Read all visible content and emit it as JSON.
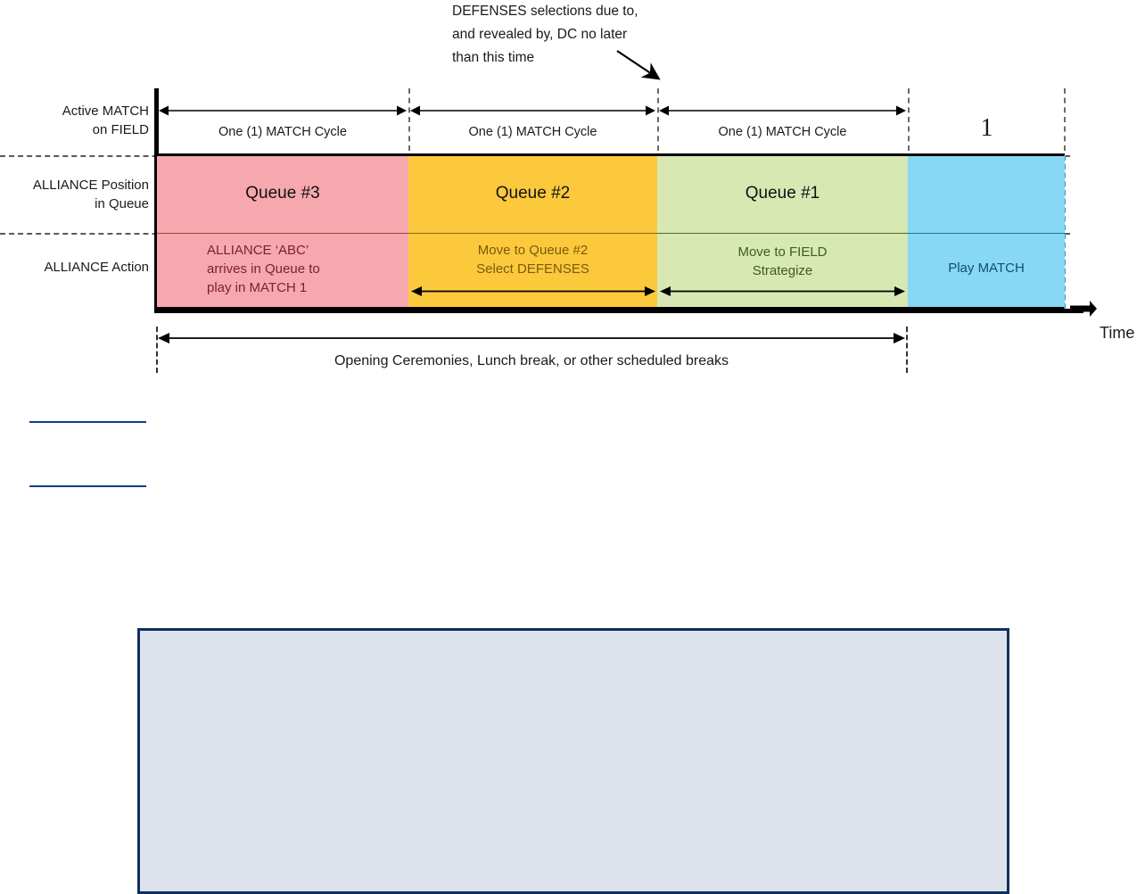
{
  "callout": {
    "text": "DEFENSES selections due to,\nand revealed by, DC no later\nthan this time"
  },
  "row_labels": {
    "active_match": "Active MATCH\non FIELD",
    "alliance_position": "ALLIANCE Position\nin Queue",
    "alliance_action": "ALLIANCE Action"
  },
  "cycles": [
    {
      "caption": "One (1) MATCH Cycle"
    },
    {
      "caption": "One (1) MATCH Cycle"
    },
    {
      "caption": "One (1) MATCH Cycle"
    }
  ],
  "match_number": "1",
  "queue_blocks": [
    {
      "label": "Queue #3",
      "color": "#f6a8ae"
    },
    {
      "label": "Queue #2",
      "color": "#fcc93c"
    },
    {
      "label": "Queue #1",
      "color": "#d7e8b3"
    },
    {
      "label": "",
      "color": "#87d8f5"
    }
  ],
  "action_blocks": [
    {
      "label": "ALLIANCE ‘ABC’\narrives in Queue to\nplay in MATCH 1",
      "color": "#f6a8ae",
      "text_color": "#7d1f28"
    },
    {
      "label": "Move to Queue #2\nSelect DEFENSES",
      "color": "#fcc93c",
      "text_color": "#7a5a0c"
    },
    {
      "label": "Move to FIELD\nStrategize",
      "color": "#d7e8b3",
      "text_color": "#3e5c19"
    },
    {
      "label": "Play MATCH",
      "color": "#87d8f5",
      "text_color": "#0d4f73"
    }
  ],
  "bracket": {
    "caption": "Opening Ceremonies, Lunch break, or other scheduled breaks"
  },
  "axis": {
    "time_label": "Time"
  },
  "bottom_panel": {
    "fill": "#dde2ec",
    "border": "#102f5e"
  }
}
